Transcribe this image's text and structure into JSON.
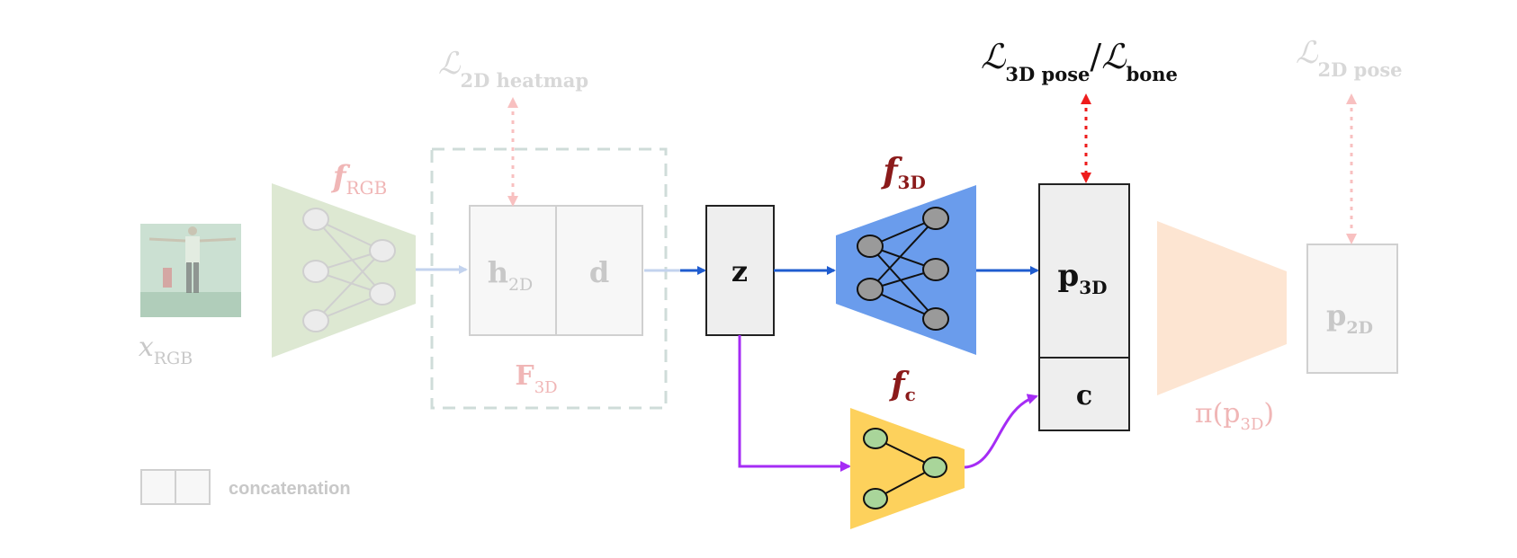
{
  "colors": {
    "faded_text": "#c8c8c8",
    "faded_pink_text": "#f0b6b6",
    "faded_pink_arrow": "#f8c0c0",
    "dark_text": "#111111",
    "dark_red_text": "#8b1a1a",
    "blue_arrow": "#1f5ccf",
    "purple_arrow": "#a52cf5",
    "red_arrow": "#ee1c1c",
    "green_net": "#dde8d2",
    "blue_net": "#6a9cec",
    "yellow_net": "#fdd15c",
    "peach_net": "#fde5d2",
    "node_gray": "#9a9a9a",
    "node_green": "#a9d59a",
    "box_fill": "#eeeeee",
    "faded_box_stroke": "#d0d0d0",
    "dashed_stroke": "#cfdcd9"
  },
  "labels": {
    "x_rgb": {
      "main": "x",
      "sub": "RGB"
    },
    "f_rgb": {
      "main": "f",
      "sub": "RGB"
    },
    "loss_heatmap": {
      "main": "ℒ",
      "sub": "2D heatmap"
    },
    "h2d": {
      "main": "h",
      "sub": "2D"
    },
    "d": {
      "main": "d"
    },
    "F3d": {
      "main": "F",
      "sub": "3D"
    },
    "z": {
      "main": "z"
    },
    "f3d": {
      "main": "f",
      "sub": "3D"
    },
    "fc": {
      "main": "f",
      "sub": "c"
    },
    "loss_3d_pose": {
      "main": "ℒ",
      "sub": "3D pose"
    },
    "slash": "/",
    "loss_bone": {
      "main": "ℒ",
      "sub": "bone"
    },
    "p3d": {
      "main": "p",
      "sub": "3D"
    },
    "c": {
      "main": "c"
    },
    "pi_p3d": {
      "main": "π(p",
      "sub": "3D",
      "close": ")"
    },
    "p2d": {
      "main": "p",
      "sub": "2D"
    },
    "loss_2d_pose": {
      "main": "ℒ",
      "sub": "2D pose"
    },
    "legend": {
      "text": "concatenation"
    }
  },
  "icons": {
    "input_image": "person-standing-arms-out-photo-icon"
  }
}
